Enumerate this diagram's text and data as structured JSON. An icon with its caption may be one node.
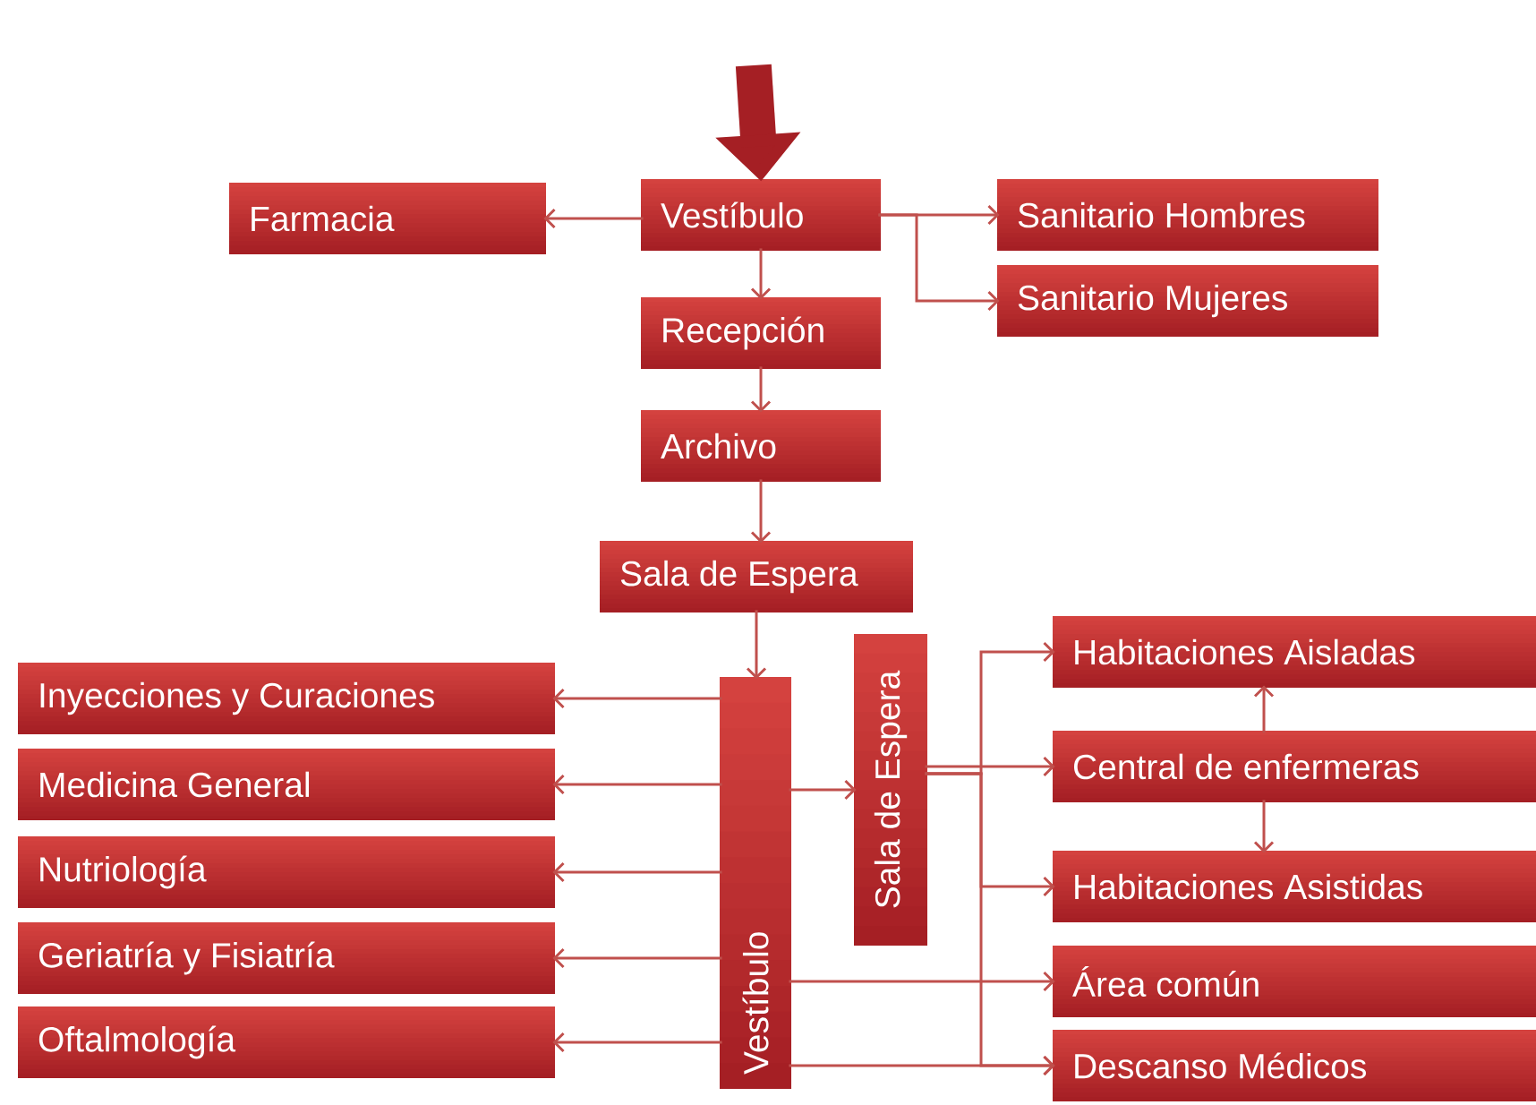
{
  "diagram": {
    "nodes": [
      {
        "text": [
          "Vestíbulo"
        ]
      },
      {
        "text": [
          "Farmacia"
        ]
      },
      {
        "text": [
          "Sanitario Hombres"
        ]
      },
      {
        "text": [
          "Sanitario Mujeres"
        ]
      },
      {
        "text": [
          "Recepción"
        ]
      },
      {
        "text": [
          "Archivo"
        ]
      },
      {
        "text": [
          "Sala de Espera"
        ]
      },
      {
        "text": [
          "Vestíbulo"
        ]
      },
      {
        "text": [
          "Sala de Espera"
        ]
      },
      {
        "text": [
          "Inyecciones y Curaciones"
        ]
      },
      {
        "text": [
          "Medicina General"
        ]
      },
      {
        "text": [
          "Nutriología"
        ]
      },
      {
        "text": [
          "Geriatría y Fisiatría"
        ]
      },
      {
        "text": [
          "Oftalmología"
        ]
      },
      {
        "text": [
          "Habitaciones Aisladas"
        ]
      },
      {
        "text": [
          "Central de enfermeras"
        ]
      },
      {
        "text": [
          "Habitaciones Asistidas"
        ]
      },
      {
        "text": [
          "Área común"
        ]
      },
      {
        "text": [
          "Descanso Médicos"
        ]
      }
    ],
    "edges": [
      {
        "from": null,
        "to": 0,
        "arrow": "to",
        "style": "thick"
      },
      {
        "from": 0,
        "to": 1,
        "arrow": "to"
      },
      {
        "from": 0,
        "to": 2,
        "arrow": "to"
      },
      {
        "from": 0,
        "to": 3,
        "arrow": "to"
      },
      {
        "from": 0,
        "to": 4,
        "arrow": "to"
      },
      {
        "from": 4,
        "to": 5,
        "arrow": "to"
      },
      {
        "from": 5,
        "to": 6,
        "arrow": "to"
      },
      {
        "from": 6,
        "to": 7,
        "arrow": "to"
      },
      {
        "from": 7,
        "to": 9,
        "arrow": "to"
      },
      {
        "from": 7,
        "to": 10,
        "arrow": "to"
      },
      {
        "from": 7,
        "to": 11,
        "arrow": "to"
      },
      {
        "from": 7,
        "to": 12,
        "arrow": "to"
      },
      {
        "from": 7,
        "to": 13,
        "arrow": "to"
      },
      {
        "from": 7,
        "to": 8,
        "arrow": "to"
      },
      {
        "from": 8,
        "to": 14,
        "arrow": "to"
      },
      {
        "from": 8,
        "to": 15,
        "arrow": "to"
      },
      {
        "from": 8,
        "to": 16,
        "arrow": "to"
      },
      {
        "from": 8,
        "to": 18,
        "arrow": "to"
      },
      {
        "from": 7,
        "to": 17,
        "arrow": "to"
      },
      {
        "from": 7,
        "to": 18,
        "arrow": "to"
      },
      {
        "from": 15,
        "to": 14,
        "arrow": "to"
      },
      {
        "from": 15,
        "to": 16,
        "arrow": "to"
      }
    ]
  }
}
